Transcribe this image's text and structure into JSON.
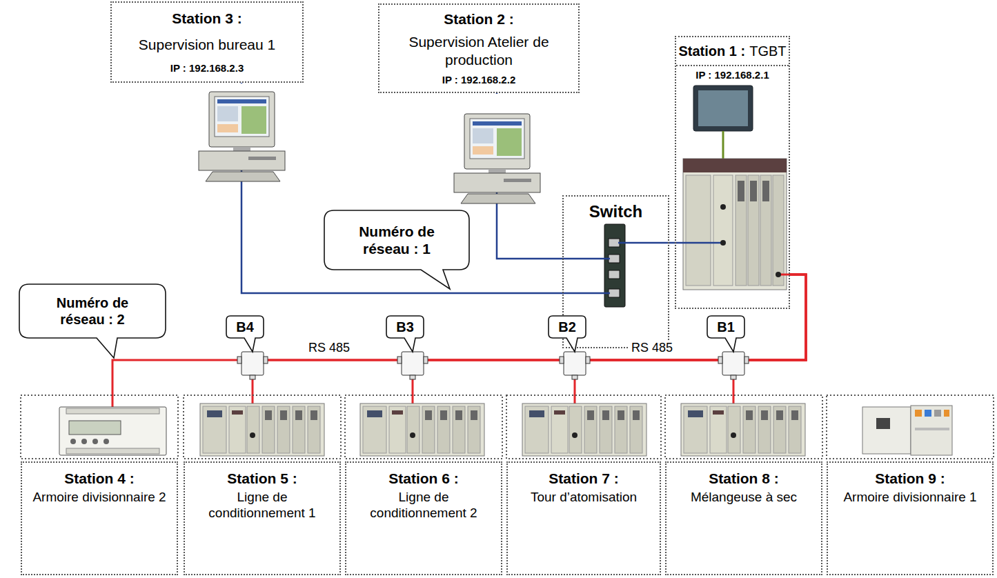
{
  "diagram": {
    "nodes": [
      {
        "text": [
          "Station 3 :",
          "Supervision bureau 1",
          "IP : 192.168.2.3"
        ]
      },
      {
        "text": [
          "Station 2 :",
          "Supervision Atelier de production",
          "IP : 192.168.2.2"
        ]
      },
      {
        "text": [
          "Station 1 :",
          "TGBT",
          "IP : 192.168.2.1"
        ]
      },
      {
        "text": [
          "Switch"
        ]
      },
      {
        "text": [
          "Numéro de réseau : 1"
        ]
      },
      {
        "text": [
          "Numéro de réseau : 2"
        ]
      },
      {
        "text": [
          "B4"
        ]
      },
      {
        "text": [
          "B3"
        ]
      },
      {
        "text": [
          "B2"
        ]
      },
      {
        "text": [
          "B1"
        ]
      },
      {
        "text": [
          "Station 4 :",
          "Armoire divisionnaire 2"
        ]
      },
      {
        "text": [
          "Station 5 :",
          "Ligne de conditionnement 1"
        ]
      },
      {
        "text": [
          "Station 6 :",
          "Ligne de conditionnement 2"
        ]
      },
      {
        "text": [
          "Station 7 :",
          "Tour d’atomisation"
        ]
      },
      {
        "text": [
          "Station 8 :",
          "Mélangeuse à sec"
        ]
      },
      {
        "text": [
          "Station 9 :",
          "Armoire divisionnaire 1"
        ]
      }
    ],
    "edges": [
      {
        "from": 0,
        "to": 3,
        "arrow": "none"
      },
      {
        "from": 1,
        "to": 3,
        "arrow": "none"
      },
      {
        "from": 2,
        "to": 3,
        "arrow": "none"
      },
      {
        "from": 2,
        "to": 14,
        "arrow": "none"
      },
      {
        "from": 2,
        "to": 13,
        "arrow": "none"
      },
      {
        "from": 2,
        "to": 12,
        "arrow": "none"
      },
      {
        "from": 2,
        "to": 11,
        "arrow": "none"
      },
      {
        "from": 2,
        "to": 10,
        "arrow": "none"
      }
    ],
    "labels": [
      "RS 485",
      "RS 485"
    ]
  }
}
